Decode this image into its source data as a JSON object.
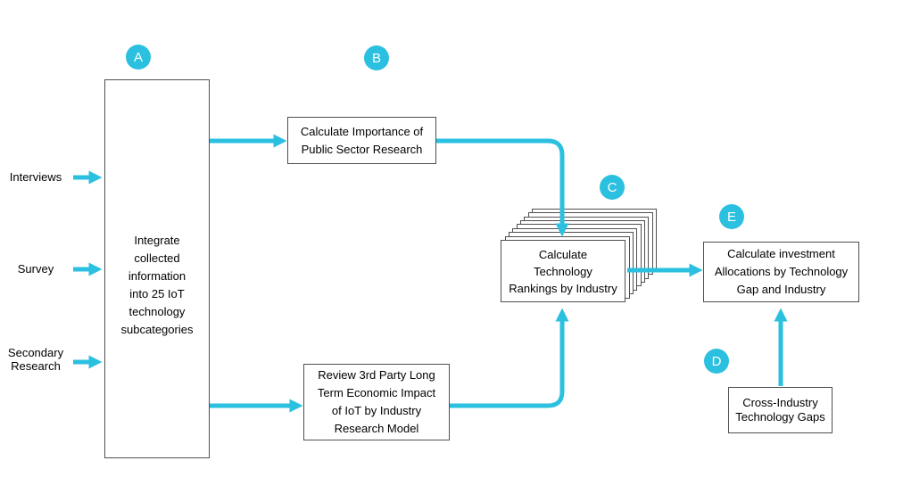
{
  "diagram": {
    "accent_color": "#2bc0e0",
    "border_color": "#4f4f4f",
    "sources": [
      {
        "label": "Interviews"
      },
      {
        "label": "Survey"
      },
      {
        "label": "Secondary\nResearch"
      }
    ],
    "badges": {
      "a": "A",
      "b": "B",
      "c": "C",
      "d": "D",
      "e": "E"
    },
    "nodes": {
      "integrate": "Integrate\ncollected\ninformation\ninto 25 IoT\ntechnology\nsubcategories",
      "importance": "Calculate Importance of\nPublic Sector Research",
      "rankings": "Calculate\nTechnology\nRankings by Industry",
      "investment": "Calculate investment\nAllocations by Technology\nGap and Industry",
      "review": "Review 3rd Party Long\nTerm Economic Impact\nof IoT by Industry\nResearch Model",
      "gaps": "Cross-Industry\nTechnology Gaps"
    }
  }
}
